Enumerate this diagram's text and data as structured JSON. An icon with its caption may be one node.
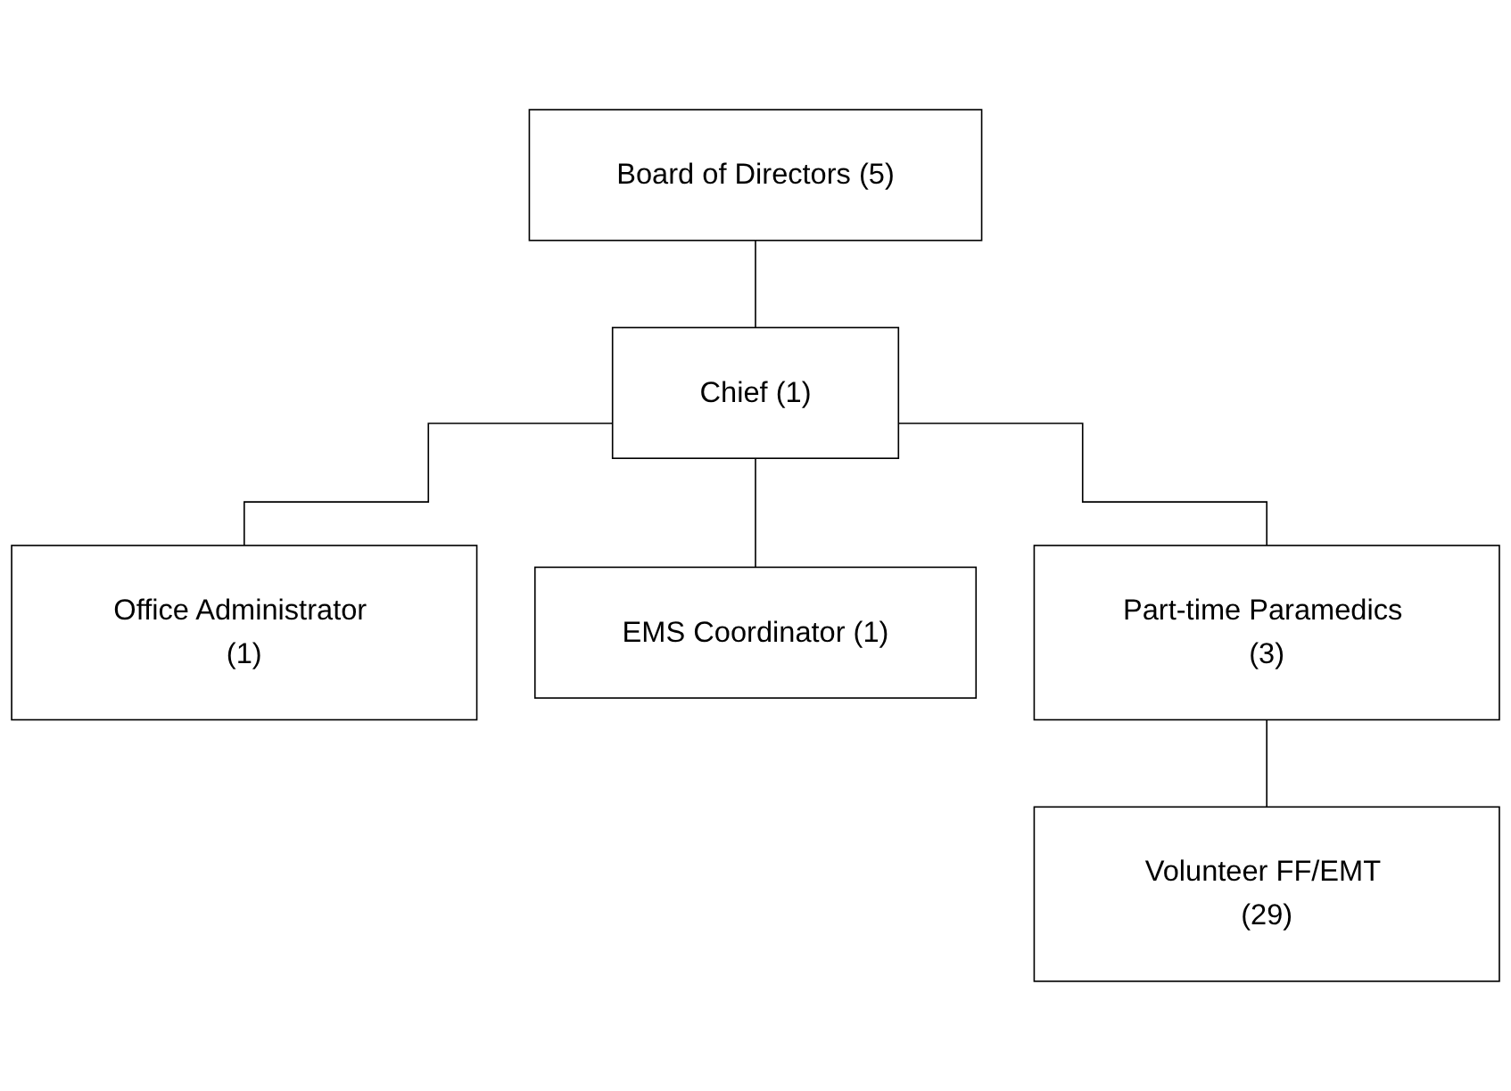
{
  "diagram": {
    "nodes": [
      {
        "text": [
          "Board of Directors (5)"
        ]
      },
      {
        "text": [
          "Chief (1)"
        ]
      },
      {
        "text": [
          "Office Administrator (1)"
        ]
      },
      {
        "text": [
          "EMS Coordinator (1)"
        ]
      },
      {
        "text": [
          "Part-time Paramedics (3)"
        ]
      },
      {
        "text": [
          "Volunteer FF/EMT (29)"
        ]
      }
    ],
    "edges": [
      {
        "from": 0,
        "to": 1,
        "arrow": "none"
      },
      {
        "from": 1,
        "to": 2,
        "arrow": "none"
      },
      {
        "from": 1,
        "to": 3,
        "arrow": "none"
      },
      {
        "from": 1,
        "to": 4,
        "arrow": "none"
      },
      {
        "from": 4,
        "to": 5,
        "arrow": "none"
      }
    ]
  }
}
